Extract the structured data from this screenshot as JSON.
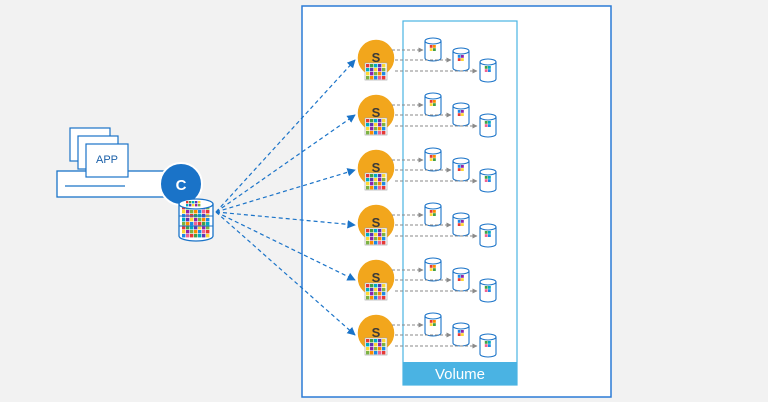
{
  "client": {
    "app_label": "APP",
    "client_letter": "C"
  },
  "volume": {
    "label": "Volume"
  },
  "servers": [
    {
      "letter": "S"
    },
    {
      "letter": "S"
    },
    {
      "letter": "S"
    },
    {
      "letter": "S"
    },
    {
      "letter": "S"
    },
    {
      "letter": "S"
    }
  ],
  "colors": {
    "background": "#f2f2f2",
    "accent_blue": "#1a73c8",
    "volume_fill": "#4ab3e3",
    "server_orange": "#f2a61c",
    "arrow_gray": "#8a8a8a",
    "panel_border": "#2b7bd6"
  },
  "icons": {
    "app_windows": "app-window-stack-icon",
    "client_node": "client-c-icon",
    "client_db": "sharded-database-icon",
    "server_node": "storage-server-s-icon",
    "storage_db": "database-cylinder-icon"
  }
}
